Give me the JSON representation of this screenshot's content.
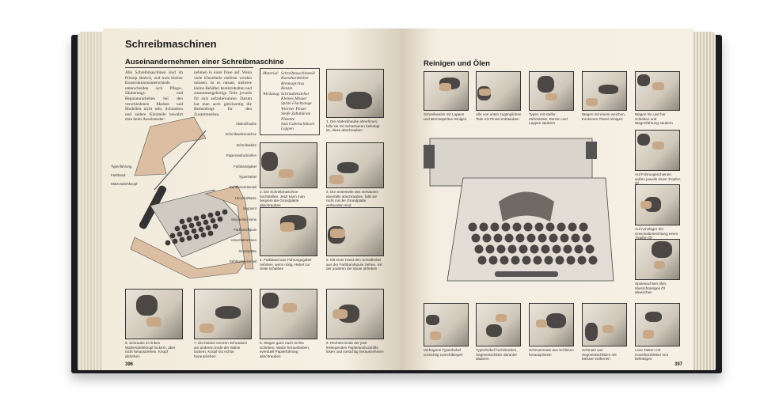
{
  "left_page": {
    "title": "Schreibmaschinen",
    "heading": "Auseinandernehmen einer Schreibmaschine",
    "intro_col1": "Alle Schreibmaschinen sind im Prinzip ähnlich, und trotz kleiner Konstruktionsunterschiede unterscheiden sich Pflege-, Säuberungs- und Reparaturarbeiten bei den verschiedenen Marken und Modellen nicht sehr. Schrauben und andere Kleinteile bewahrt man beim Auseinander-",
    "intro_col2": "nehmen in einer Dose auf. Wenn viele Einzelteile entfernt werden müssen, ist es ratsam, mehrere kleine Behälter bereitzuhalten und zusammengehörige Teile jeweils für sich aufzubewahren. Darum hat man auch gleichzeitig die Reihenfolge für den Zusammenbau.",
    "material_label": "Material:",
    "materials": [
      "Schreibmaschinenöl",
      "Kunstharzkleber",
      "Bremsspiritus",
      "Benzin"
    ],
    "tools_label": "Werkzeug:",
    "tools": [
      "Schraubenzieher",
      "Kleines Messer",
      "Spitze Flachzange",
      "Weicher Pinsel",
      "Steife Zahnbürste",
      "Pinzette",
      "Satz Gabelschlüssel",
      "Lappen"
    ],
    "diagram_labels_right": [
      "Abdeckhaube",
      "Schreibwalzenachse",
      "Schreibwalze",
      "Papierandruckrollen",
      "Farbbandgabel",
      "Typenhebel",
      "Gehäuseseitenteil",
      "Umschalttaste",
      "Segment",
      "Segmentschiene",
      "Farbbandspule",
      "Umschaltrahmen",
      "Grundplatte",
      "Gehäuseseitenteil"
    ],
    "diagram_labels_left": [
      "Typenführung",
      "Farbband",
      "Walzendrehknopf"
    ],
    "steps": [
      "1. Die Abdeckhaube abnehmen; falls sie mit Scharnieren befestigt ist, diese abschrauben",
      "2. Die Schreibmaschine hochstellen. Jetzt kann man bequem die Grundplatte abschrauben",
      "3. Die Seitenteile des Gehäuses ebenfalls abschrauben, falls sie nicht mit der Grundplatte verbunden sind",
      "4. Farbband aus Führungsgabel nehmen, wenn nötig, Hebel zur Seite schieben",
      "5. Mit einer Hand den Schalthebel aus der Farbbandspule ziehen, mit der anderen die Spule abheben",
      "6. Schraube im linken Walzendrehknopf lockern, aber nicht herausdrehen, Knopf abziehen",
      "7. Die beiden inneren Schrauben am anderen Ende der Walze lockern, Knopf mit Achse herausziehen",
      "8. Wagen ganz nach rechts schieben, Walze herausheben; eventuell Papierführung abschrauben",
      "9. Rechtes Ende der jetzt freiliegenden Papierandruckrolle lösen und vorsichtig herausnehmen"
    ],
    "page_number": "396"
  },
  "right_page": {
    "heading": "Reinigen und Ölen",
    "top_captions": [
      "Schreibwalze mit Lappen und Bremsspiritus reinigen",
      "Alle von unten zugänglichen Teile mit Pinsel entstauben",
      "Typen mit steifer Zahnbürste, Benzin und Lappen säubern",
      "Wagen mit einem weichen, trockenen Pinsel reinigen",
      "Wagen hin und her schieben und Wagenführung säubern"
    ],
    "side_captions": [
      "Auf Führungsschienen außen jeweils einen Tropfen Öl",
      "Auf Achslager der Umschalteinrichtung einen Tropfen Öl",
      "Spulenachsen ölen, überschüssiges Öl abwischen"
    ],
    "bottom_captions": [
      "Verbogene Typenhebel vorsichtig zurechtbiegen",
      "Typenhebel hochdrücken, Segmentschlitze darunter säubern",
      "Schmutzreste aus Schlitzen herauspinseln",
      "Schmutz aus Segmentschlitzen mit Messer entfernen",
      "Lose Tasten mit Kunstharzkleber neu befestigen"
    ],
    "page_number": "397"
  }
}
